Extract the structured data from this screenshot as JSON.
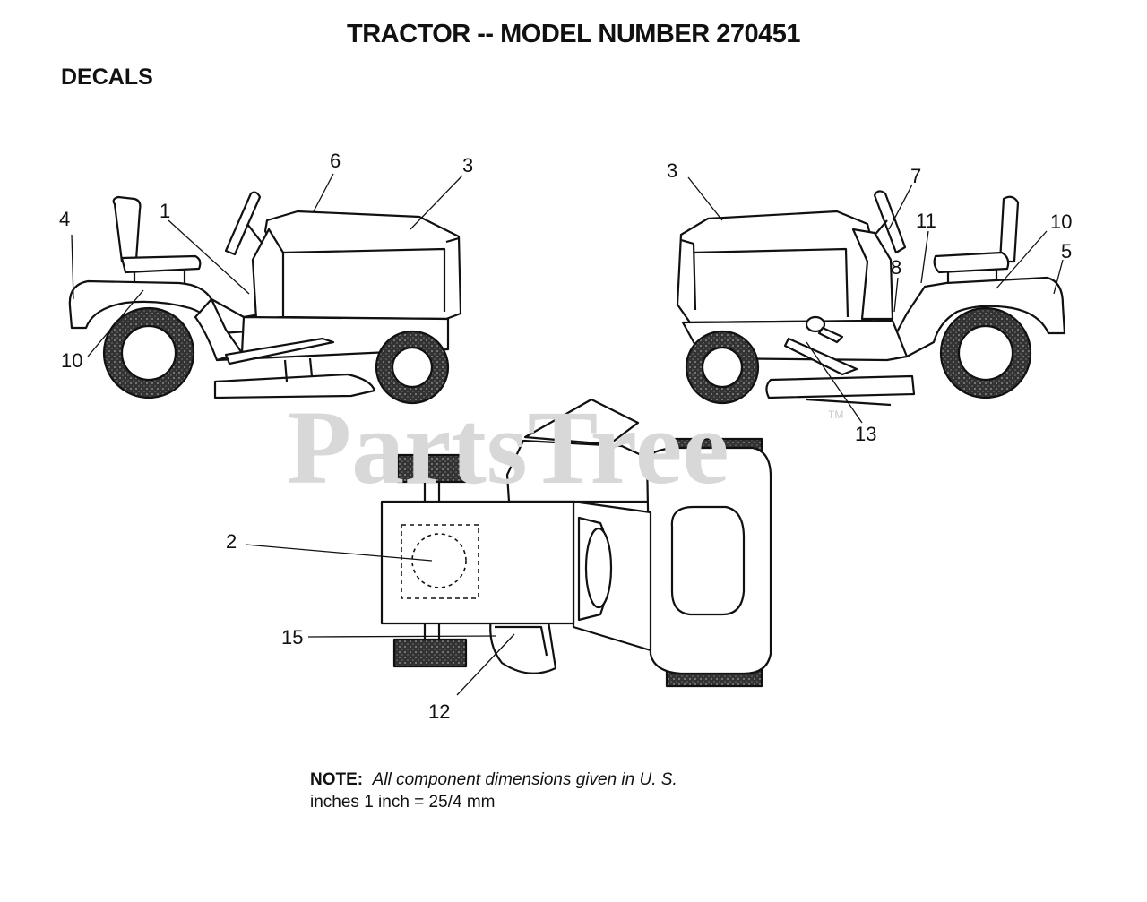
{
  "title": "TRACTOR -- MODEL NUMBER 270451",
  "section": "DECALS",
  "watermark": "PartsTree",
  "trademark": "TM",
  "note": {
    "label": "NOTE:",
    "line1": "All component dimensions given in U. S.",
    "line2": "inches 1 inch = 25/4 mm"
  },
  "callouts": {
    "left_view": [
      "1",
      "3",
      "4",
      "6",
      "10"
    ],
    "right_view": [
      "3",
      "5",
      "7",
      "8",
      "10",
      "11",
      "13"
    ],
    "top_view": [
      "2",
      "12",
      "15"
    ]
  }
}
